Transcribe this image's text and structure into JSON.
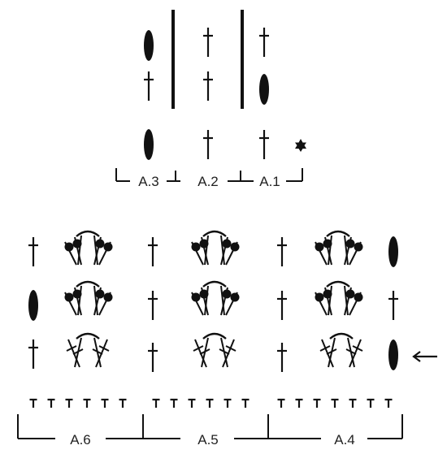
{
  "colors": {
    "ink": "#111111",
    "background": "#ffffff"
  },
  "top_chart": {
    "labels": {
      "a3": "A.3",
      "a2": "A.2",
      "a1": "A.1"
    },
    "icons": [
      "oval-stitch-icon",
      "double-crochet-icon",
      "star-icon",
      "vertical-divider-icon"
    ]
  },
  "bottom_chart": {
    "labels": {
      "a6": "A.6",
      "a5": "A.5",
      "a4": "A.4"
    },
    "icons": [
      "oval-stitch-icon",
      "double-crochet-icon",
      "picot-cluster-icon",
      "crossed-stitch-cluster-icon",
      "chain-icon",
      "arrow-left-icon"
    ]
  }
}
